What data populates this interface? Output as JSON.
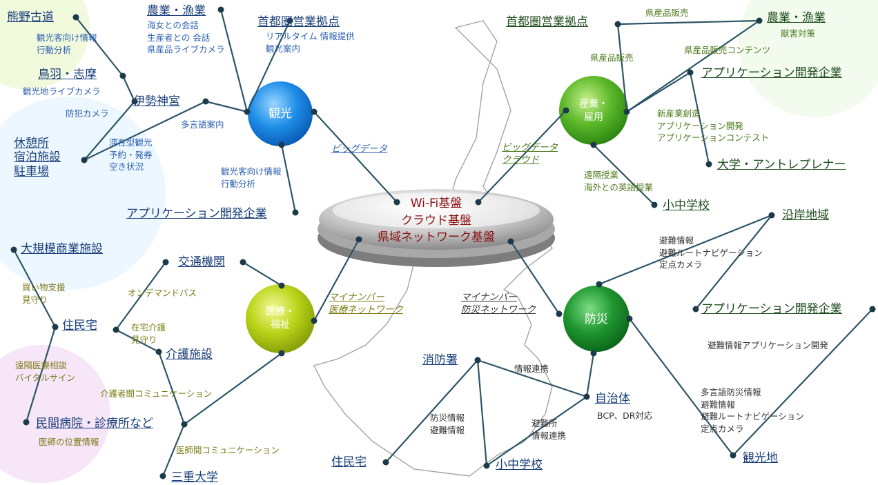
{
  "hub": {
    "text": "Wi-Fi基盤\nクラウド基盤\n県域ネットワーク基盤"
  },
  "centers": {
    "kanko": "観光",
    "sangyo": "産業・\n雇用",
    "iryo": "医療・\n福祉",
    "bosai": "防災"
  },
  "bridges": {
    "bigdata_kanko": "ビッグデータ",
    "bigdata_sangyo": "ビッグデータ\nクラウド",
    "mynumber_iryo": "マイナンバー\n医療ネットワーク",
    "mynumber_bosai": "マイナンバー\n防災ネットワーク"
  },
  "kanko": {
    "kumano": "熊野古道",
    "nogyo": "農業・漁業",
    "shutoken": "首都圏営業拠点",
    "toba": "鳥羽・志摩",
    "ise": "伊勢神宮",
    "kyukei": "休憩所\n宿泊施設\n駐車場",
    "appdev": "アプリケーション開発企業",
    "lbl_kumano": "観光客向け情報\n行動分析",
    "lbl_nogyo": "海女との会話\n生産者との 会話\n県産品ライブカメラ",
    "lbl_shutoken": "リアルタイム 情報提供\n観光案内",
    "lbl_toba": "観光地ライブカメラ",
    "lbl_bohan": "防犯カメラ",
    "lbl_tagengo": "多言語案内",
    "lbl_taizai": "滞在型観光\n予約・発券\n空き状況",
    "lbl_appdev": "観光客向け情報\n行動分析"
  },
  "sangyo": {
    "shutoken": "首都圏営業拠点",
    "nogyo": "農業・漁業",
    "appdev": "アプリケーション開発企業",
    "daigaku": "大学・アントレプレナー",
    "shochu": "小中学校",
    "lbl_kensan1": "県産品販売",
    "lbl_kensan2": "県産品販売",
    "lbl_juugai": "獣害対策",
    "lbl_contents": "県産品販売コンテンツ",
    "lbl_shinsangyo": "新産業創造\nアプリケーション開発\nアプリケーションコンテスト",
    "lbl_enkaku": "遠隔授業\n海外との英語授業"
  },
  "iryo": {
    "daikibo": "大規模商業施設",
    "kotsu": "交通機関",
    "jumin": "住民宅",
    "kaigo": "介護施設",
    "minkan": "民間病院・診療所など",
    "mie": "三重大学",
    "lbl_kaimono": "買い物支援\n見守り",
    "lbl_ondemand": "オンデマンドバス",
    "lbl_zaitaku": "在宅介護\n見守り",
    "lbl_enkaku": "遠隔医療相談\nバイタルサイン",
    "lbl_kaigosha": "介護者間コミュニケーション",
    "lbl_ishi": "医師の位置情報",
    "lbl_ishikan": "医師間コミュニケーション"
  },
  "bosai": {
    "engan": "沿岸地域",
    "appdev": "アプリケーション開発企業",
    "shobo": "消防署",
    "jichitai": "自治体",
    "jumin": "住民宅",
    "shochu": "小中学校",
    "kankochi": "観光地",
    "lbl_hinan": "避難情報\n避難ルートナビゲーション\n定点カメラ",
    "lbl_hinanapp": "避難情報アプリケーション開発",
    "lbl_joho": "情報連携",
    "lbl_bcp": "BCP、DR対応",
    "lbl_bosaijoho": "防災情報\n避難情報",
    "lbl_hinanjo": "避難所\n情報連携",
    "lbl_tagengo": "多言語防災情報\n避難情報\n避難ルートナビゲーション\n定点カメラ"
  },
  "colors": {
    "kanko": "#1e8ee8",
    "sangyo": "#5cb82a",
    "iryo": "#b9d417",
    "bosai": "#1f9630",
    "line": "#2d5566",
    "dot": "#1c3a4a"
  }
}
